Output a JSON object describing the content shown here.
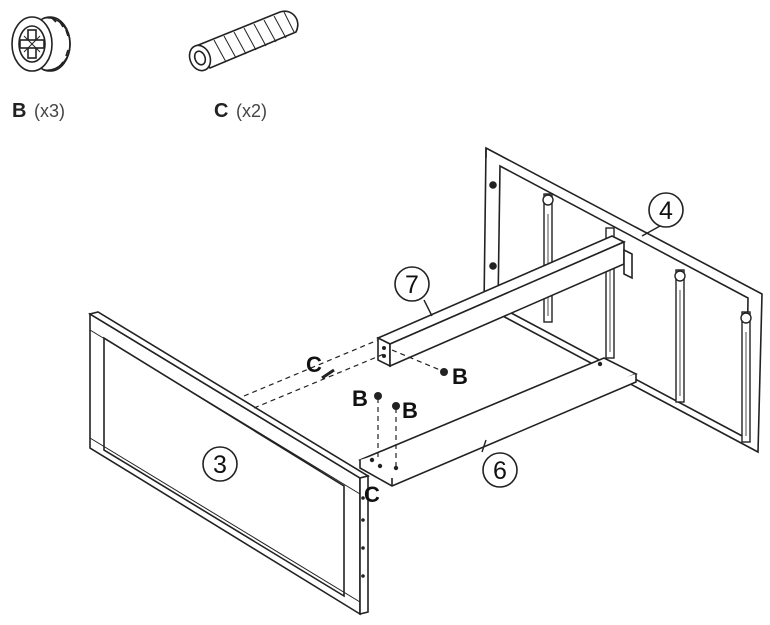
{
  "hardware": {
    "b": {
      "letter": "B",
      "count": "(x3)",
      "icon": "cam-lock-icon"
    },
    "c": {
      "letter": "C",
      "count": "(x2)",
      "icon": "wood-dowel-icon"
    }
  },
  "parts": {
    "p3": "3",
    "p4": "4",
    "p6": "6",
    "p7": "7"
  },
  "callouts": {
    "c_upper": "C",
    "c_lower": "C",
    "b_right": "B",
    "b_left": "B",
    "b_mid": "B"
  },
  "colors": {
    "stroke": "#222222",
    "fill": "#ffffff",
    "guide": "#222222"
  }
}
